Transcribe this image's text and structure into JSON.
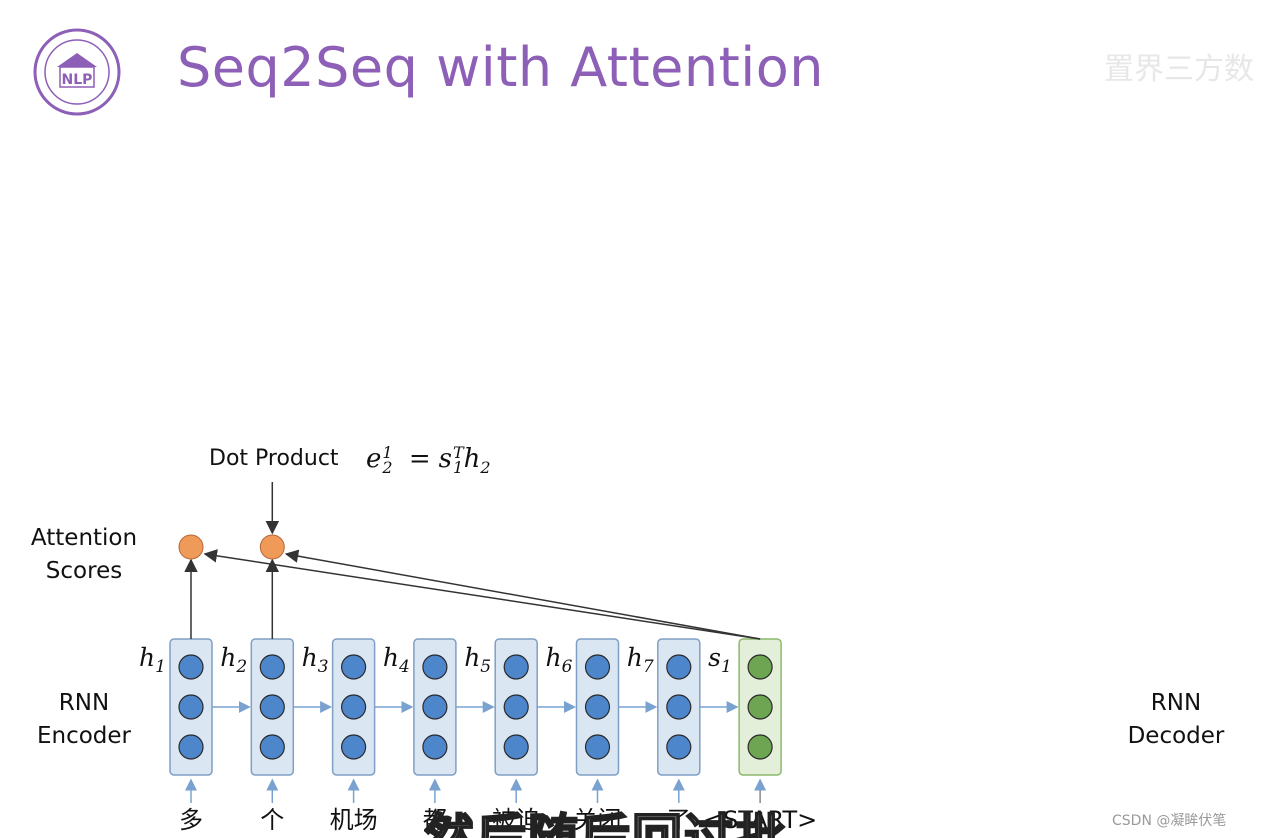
{
  "slide": {
    "title": "Seq2Seq with Attention",
    "logo_text": "NLP",
    "corner_text": "置界三方数"
  },
  "labels": {
    "attention": [
      "Attention",
      "Scores"
    ],
    "encoder": [
      "RNN",
      "Encoder"
    ],
    "decoder": [
      "RNN",
      "Decoder"
    ],
    "dot_product": "Dot Product"
  },
  "formula": {
    "lhs": "e",
    "lhs_sub": "2",
    "lhs_sup": "1",
    "eq": "=",
    "s": "s",
    "s_sub": "1",
    "s_sup": "T",
    "h": "h",
    "h_sub": "2"
  },
  "encoder": {
    "hidden_labels": [
      "h1",
      "h2",
      "h3",
      "h4",
      "h5",
      "h6",
      "h7"
    ],
    "tokens": [
      "多",
      "个",
      "机场",
      "都",
      "被迫",
      "关闭",
      "了"
    ]
  },
  "decoder": {
    "hidden_label": "s1",
    "token": "<START>"
  },
  "attention_scores_shown": 2,
  "colors": {
    "title": "#8d5fb6",
    "encoder_cell_fill": "#dbe6f3",
    "encoder_cell_border": "#7f9fc4",
    "encoder_node": "#4d86cb",
    "decoder_cell_fill": "#e3efd8",
    "decoder_cell_border": "#8cb96b",
    "decoder_node": "#6ea552",
    "score_node": "#f09a5a",
    "arrow_blue": "#7aa2d0",
    "arrow_dark": "#333333"
  },
  "subtitle_text": "然后随后回过批",
  "watermark": "CSDN @凝眸伏笔"
}
